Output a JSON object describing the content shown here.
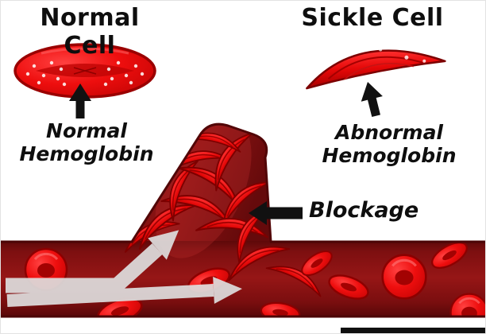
{
  "diagram": {
    "left": {
      "title": "Normal Cell",
      "caption": "Normal\nHemoglobin"
    },
    "right": {
      "title": "Sickle Cell",
      "caption": "Abnormal\nHemoglobin"
    },
    "vessel": {
      "blockage_label": "Blockage"
    }
  },
  "colors": {
    "cell_red": "#ee0e0e",
    "cell_dark_red": "#a30202",
    "cell_outline": "#8c0000",
    "vessel_maroon": "#7d0f10",
    "vessel_edge": "#4c0506",
    "arrow_black": "#111111",
    "flow_arrow_gray": "#dedede",
    "background": "#ffffff"
  },
  "icons": {
    "up_arrow_icon": "▲",
    "blockage_arrow_icon": "◀",
    "flow_arrow_icon": "➜"
  }
}
